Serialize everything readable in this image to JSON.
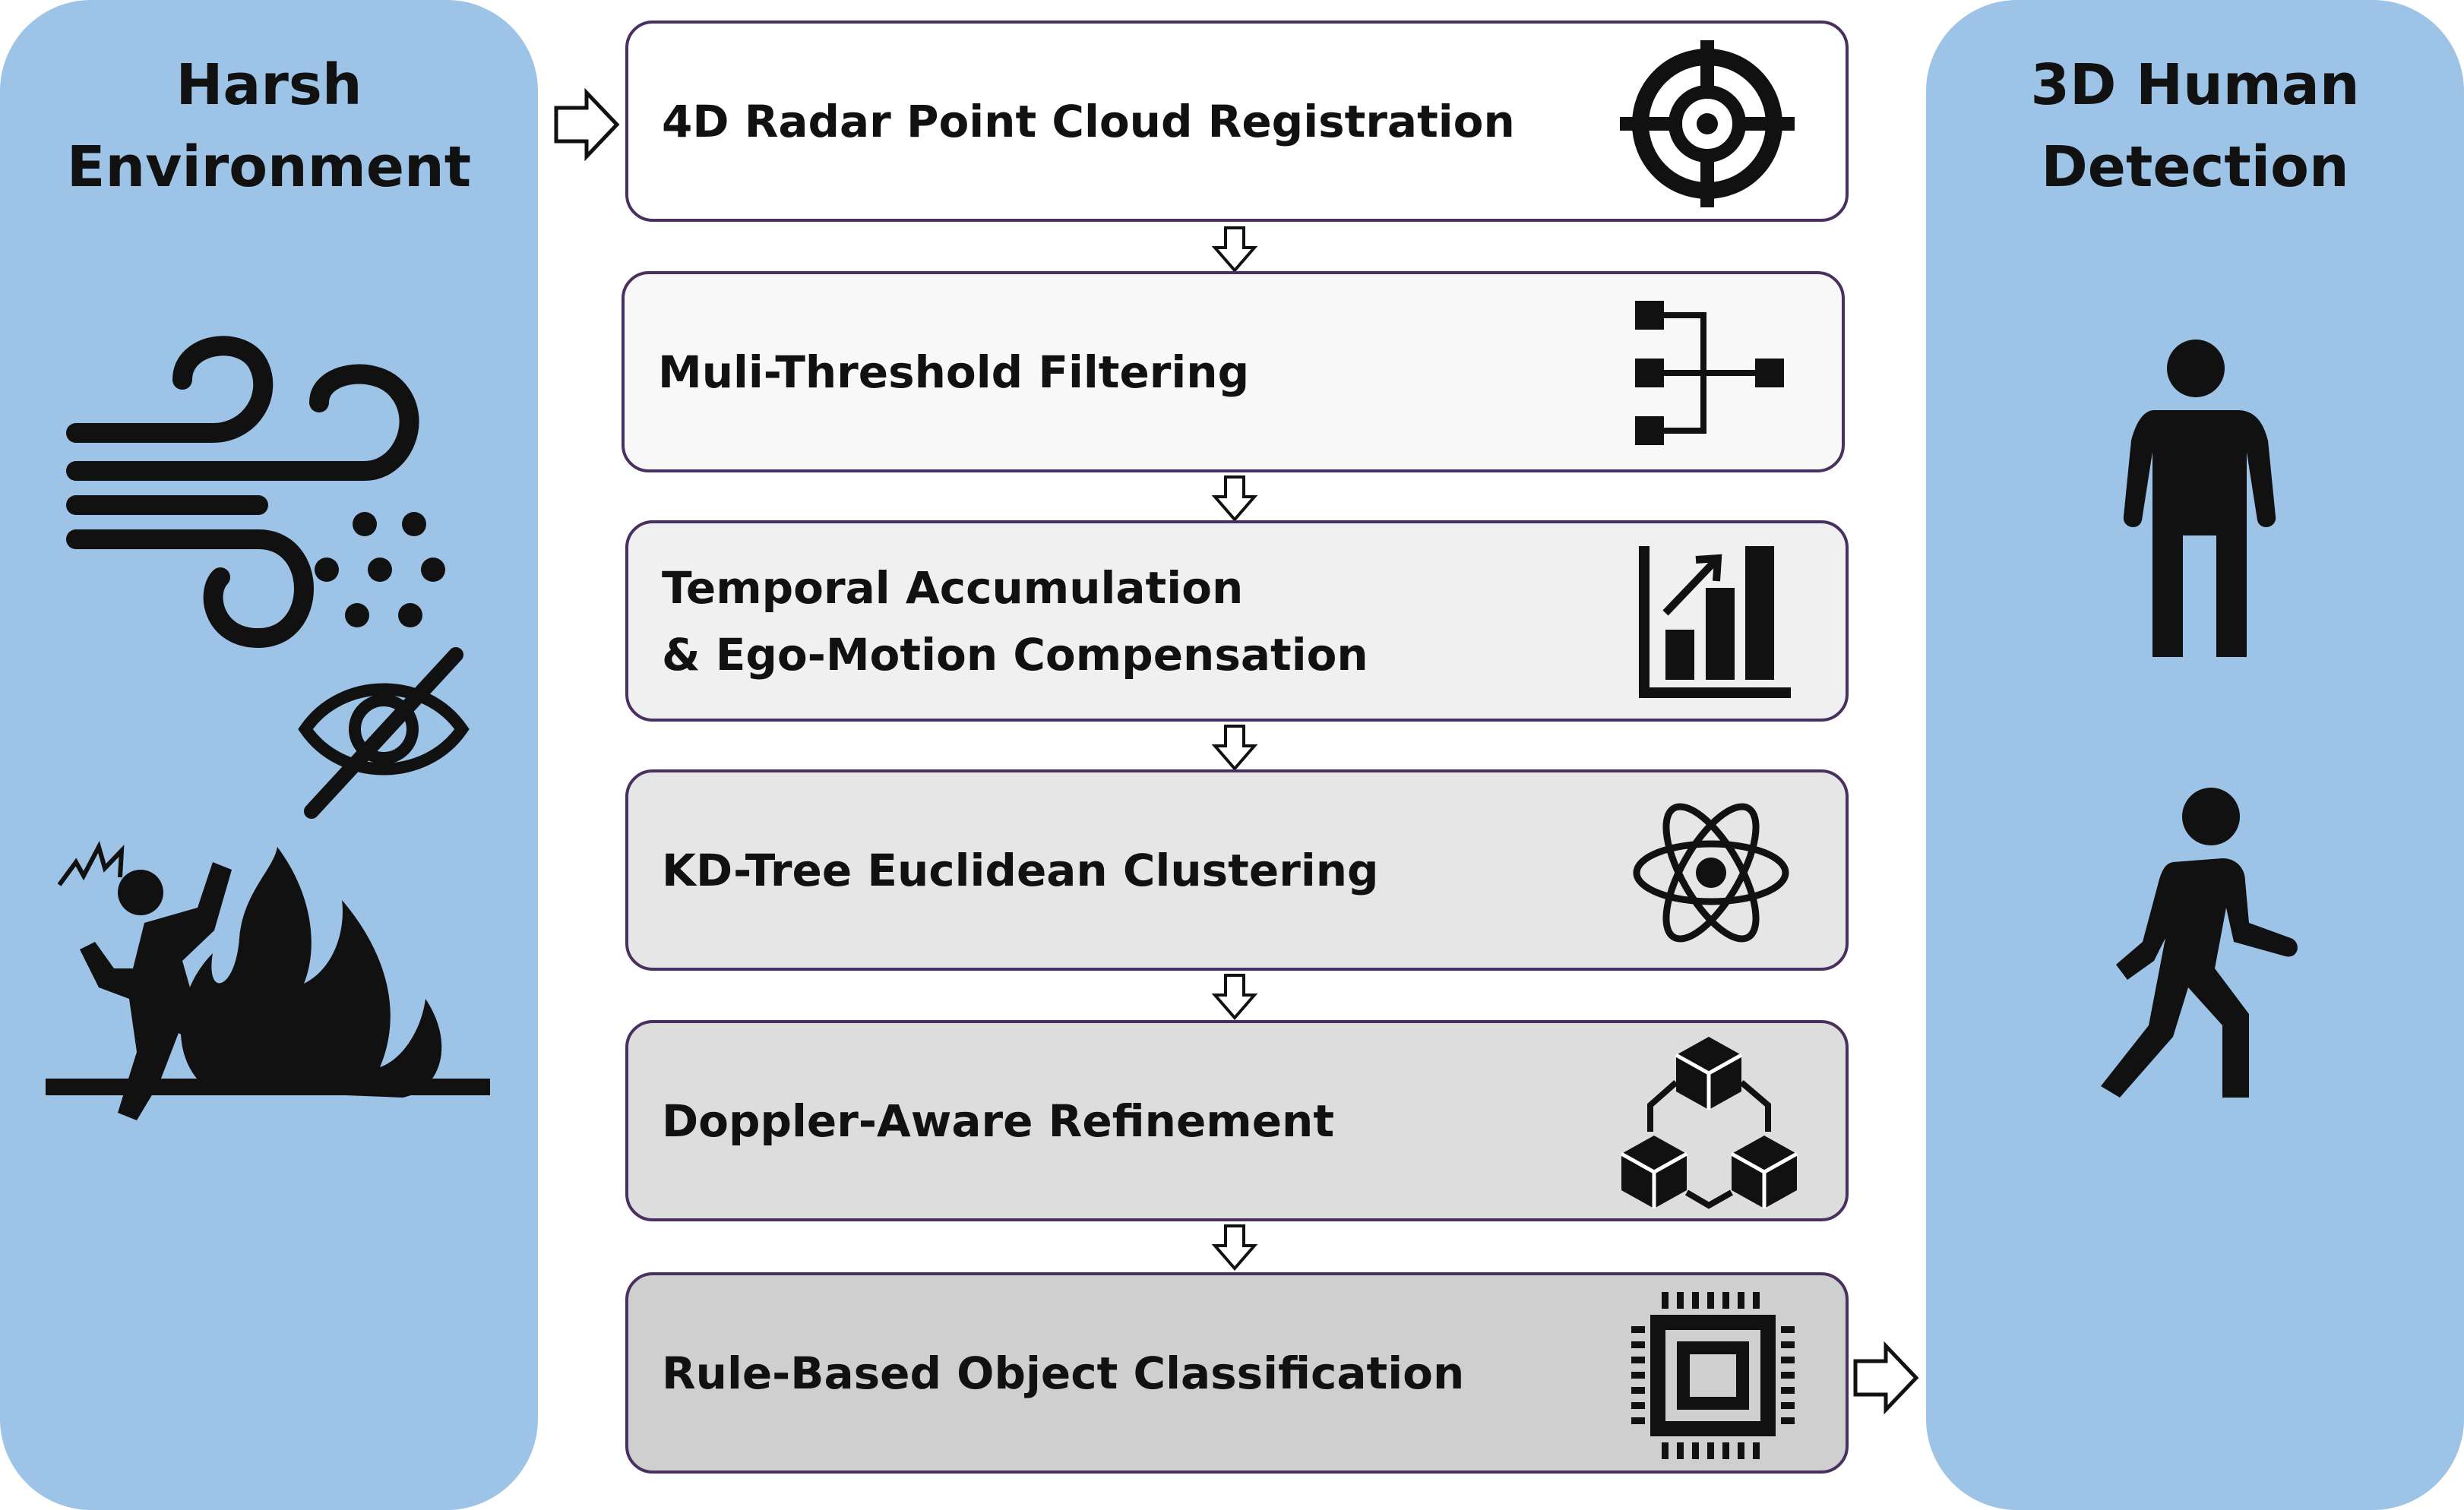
{
  "left_panel": {
    "title_lines": [
      "Harsh",
      "Environment"
    ]
  },
  "right_panel": {
    "title_lines": [
      "3D Human",
      "Detection"
    ]
  },
  "pipeline": {
    "steps": [
      {
        "lines": [
          "4D Radar Point Cloud Registration"
        ],
        "icon": "target-icon",
        "fill": "#ffffff"
      },
      {
        "lines": [
          "Muli-Threshold Filtering"
        ],
        "icon": "filter-tree-icon",
        "fill": "#f8f8f8"
      },
      {
        "lines": [
          "Temporal Accumulation",
          "& Ego-Motion Compensation"
        ],
        "icon": "growth-chart-icon",
        "fill": "#f0f0f0"
      },
      {
        "lines": [
          "KD-Tree Euclidean Clustering"
        ],
        "icon": "atom-icon",
        "fill": "#e6e6e6"
      },
      {
        "lines": [
          "Doppler-Aware Refinement"
        ],
        "icon": "blockchain-cubes-icon",
        "fill": "#dddddd"
      },
      {
        "lines": [
          "Rule-Based Object Classification"
        ],
        "icon": "processor-chip-icon",
        "fill": "#cfcfcf"
      }
    ]
  },
  "colors": {
    "panel": "#9dc3e6",
    "border": "#4a3060",
    "ink": "#111111"
  }
}
